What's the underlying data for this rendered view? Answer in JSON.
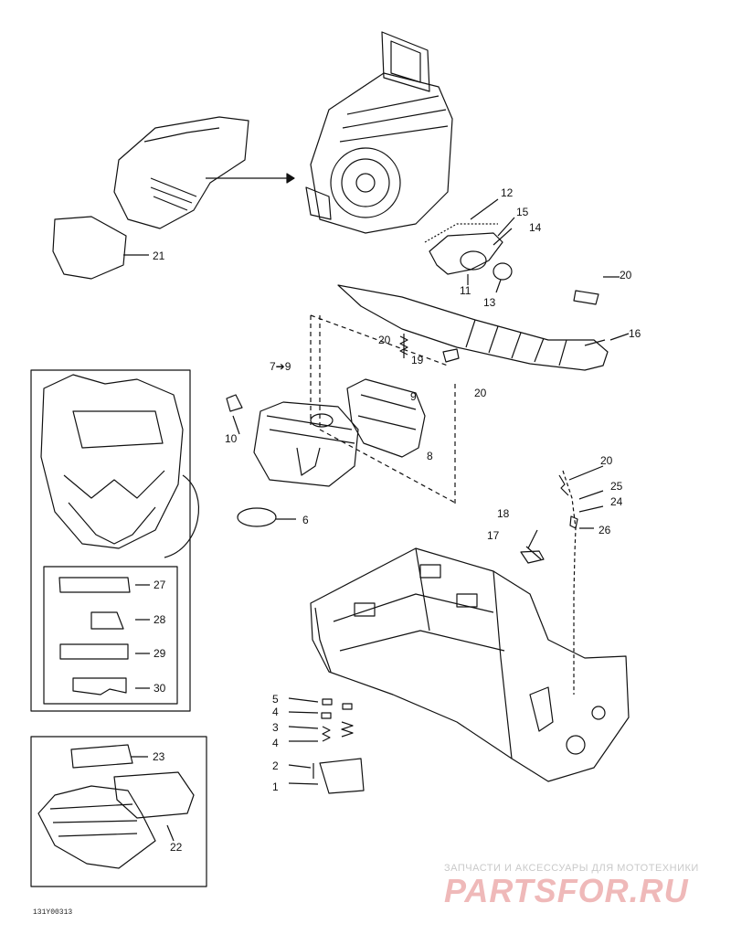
{
  "callouts": {
    "c1": "1",
    "c2": "2",
    "c3": "3",
    "c4a": "4",
    "c4b": "4",
    "c5": "5",
    "c6": "6",
    "c7_9": "7➔9",
    "c8": "8",
    "c9": "9",
    "c10": "10",
    "c11": "11",
    "c12": "12",
    "c13": "13",
    "c14": "14",
    "c15": "15",
    "c16": "16",
    "c17": "17",
    "c18": "18",
    "c19": "19",
    "c20a": "20",
    "c20b": "20",
    "c20c": "20",
    "c20d": "20",
    "c21": "21",
    "c22": "22",
    "c23": "23",
    "c24": "24",
    "c25": "25",
    "c26": "26",
    "c27": "27",
    "c28": "28",
    "c29": "29",
    "c30": "30"
  },
  "figure_id": "131Y00313",
  "watermark": {
    "caption": "ЗАПЧАСТИ И АКСЕССУАРЫ ДЛЯ МОТОТЕХНИКИ",
    "logo": "PARTSFOR.RU"
  },
  "colors": {
    "line": "#111111",
    "watermark_text": "#c9c9c9",
    "watermark_logo": "#efb9b9"
  }
}
